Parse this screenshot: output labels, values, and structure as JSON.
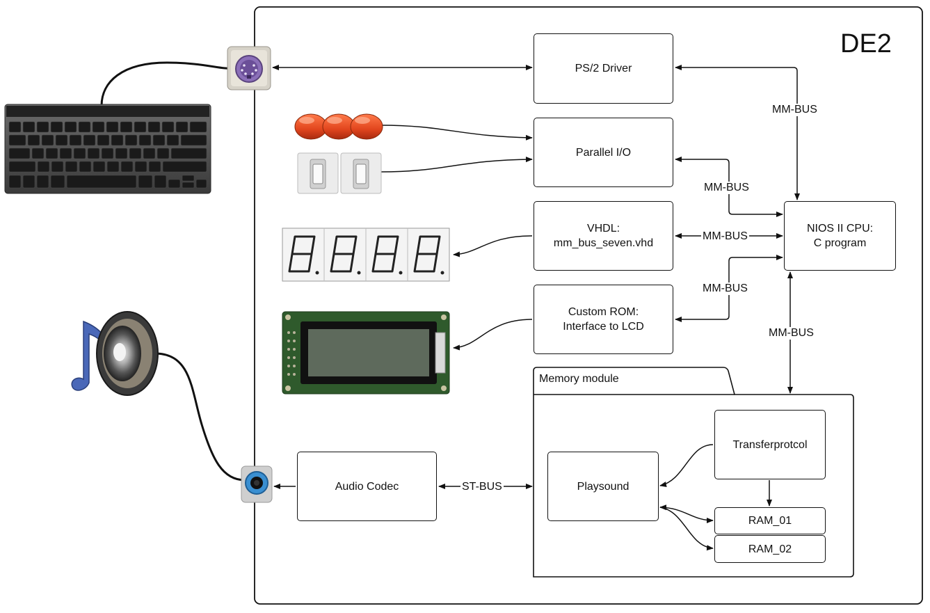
{
  "board": {
    "title": "DE2"
  },
  "blocks": {
    "ps2_driver": "PS/2 Driver",
    "parallel_io": "Parallel I/O",
    "vhdl": "VHDL:\nmm_bus_seven.vhd",
    "custom_rom": "Custom ROM:\nInterface to LCD",
    "cpu": "NIOS II CPU:\nC program",
    "audio_codec": "Audio Codec",
    "playsound": "Playsound",
    "transferprotocol": "Transferprotcol",
    "ram_01": "RAM_01",
    "ram_02": "RAM_02"
  },
  "memory_module": {
    "label": "Memory module"
  },
  "bus_labels": {
    "mm_bus_ps2": "MM-BUS",
    "mm_bus_pio": "MM-BUS",
    "mm_bus_vhdl": "MM-BUS",
    "mm_bus_rom": "MM-BUS",
    "mm_bus_mem": "MM-BUS",
    "st_bus": "ST-BUS"
  },
  "devices": {
    "keyboard": "keyboard-icon",
    "ps2_port": "ps2-port-icon",
    "buttons": "push-button-icon",
    "switches": "toggle-switch-icon",
    "seven_segment": "seven-segment-display-icon",
    "lcd": "lcd-module-icon",
    "speaker": "speaker-music-icon",
    "audio_jack": "audio-jack-icon"
  },
  "colors": {
    "line": "#111111",
    "button_red": "#e2461e",
    "ps2_purple": "#8b6fb8",
    "lcd_green": "#2f5a2c",
    "jack_blue": "#3a8fd1"
  }
}
